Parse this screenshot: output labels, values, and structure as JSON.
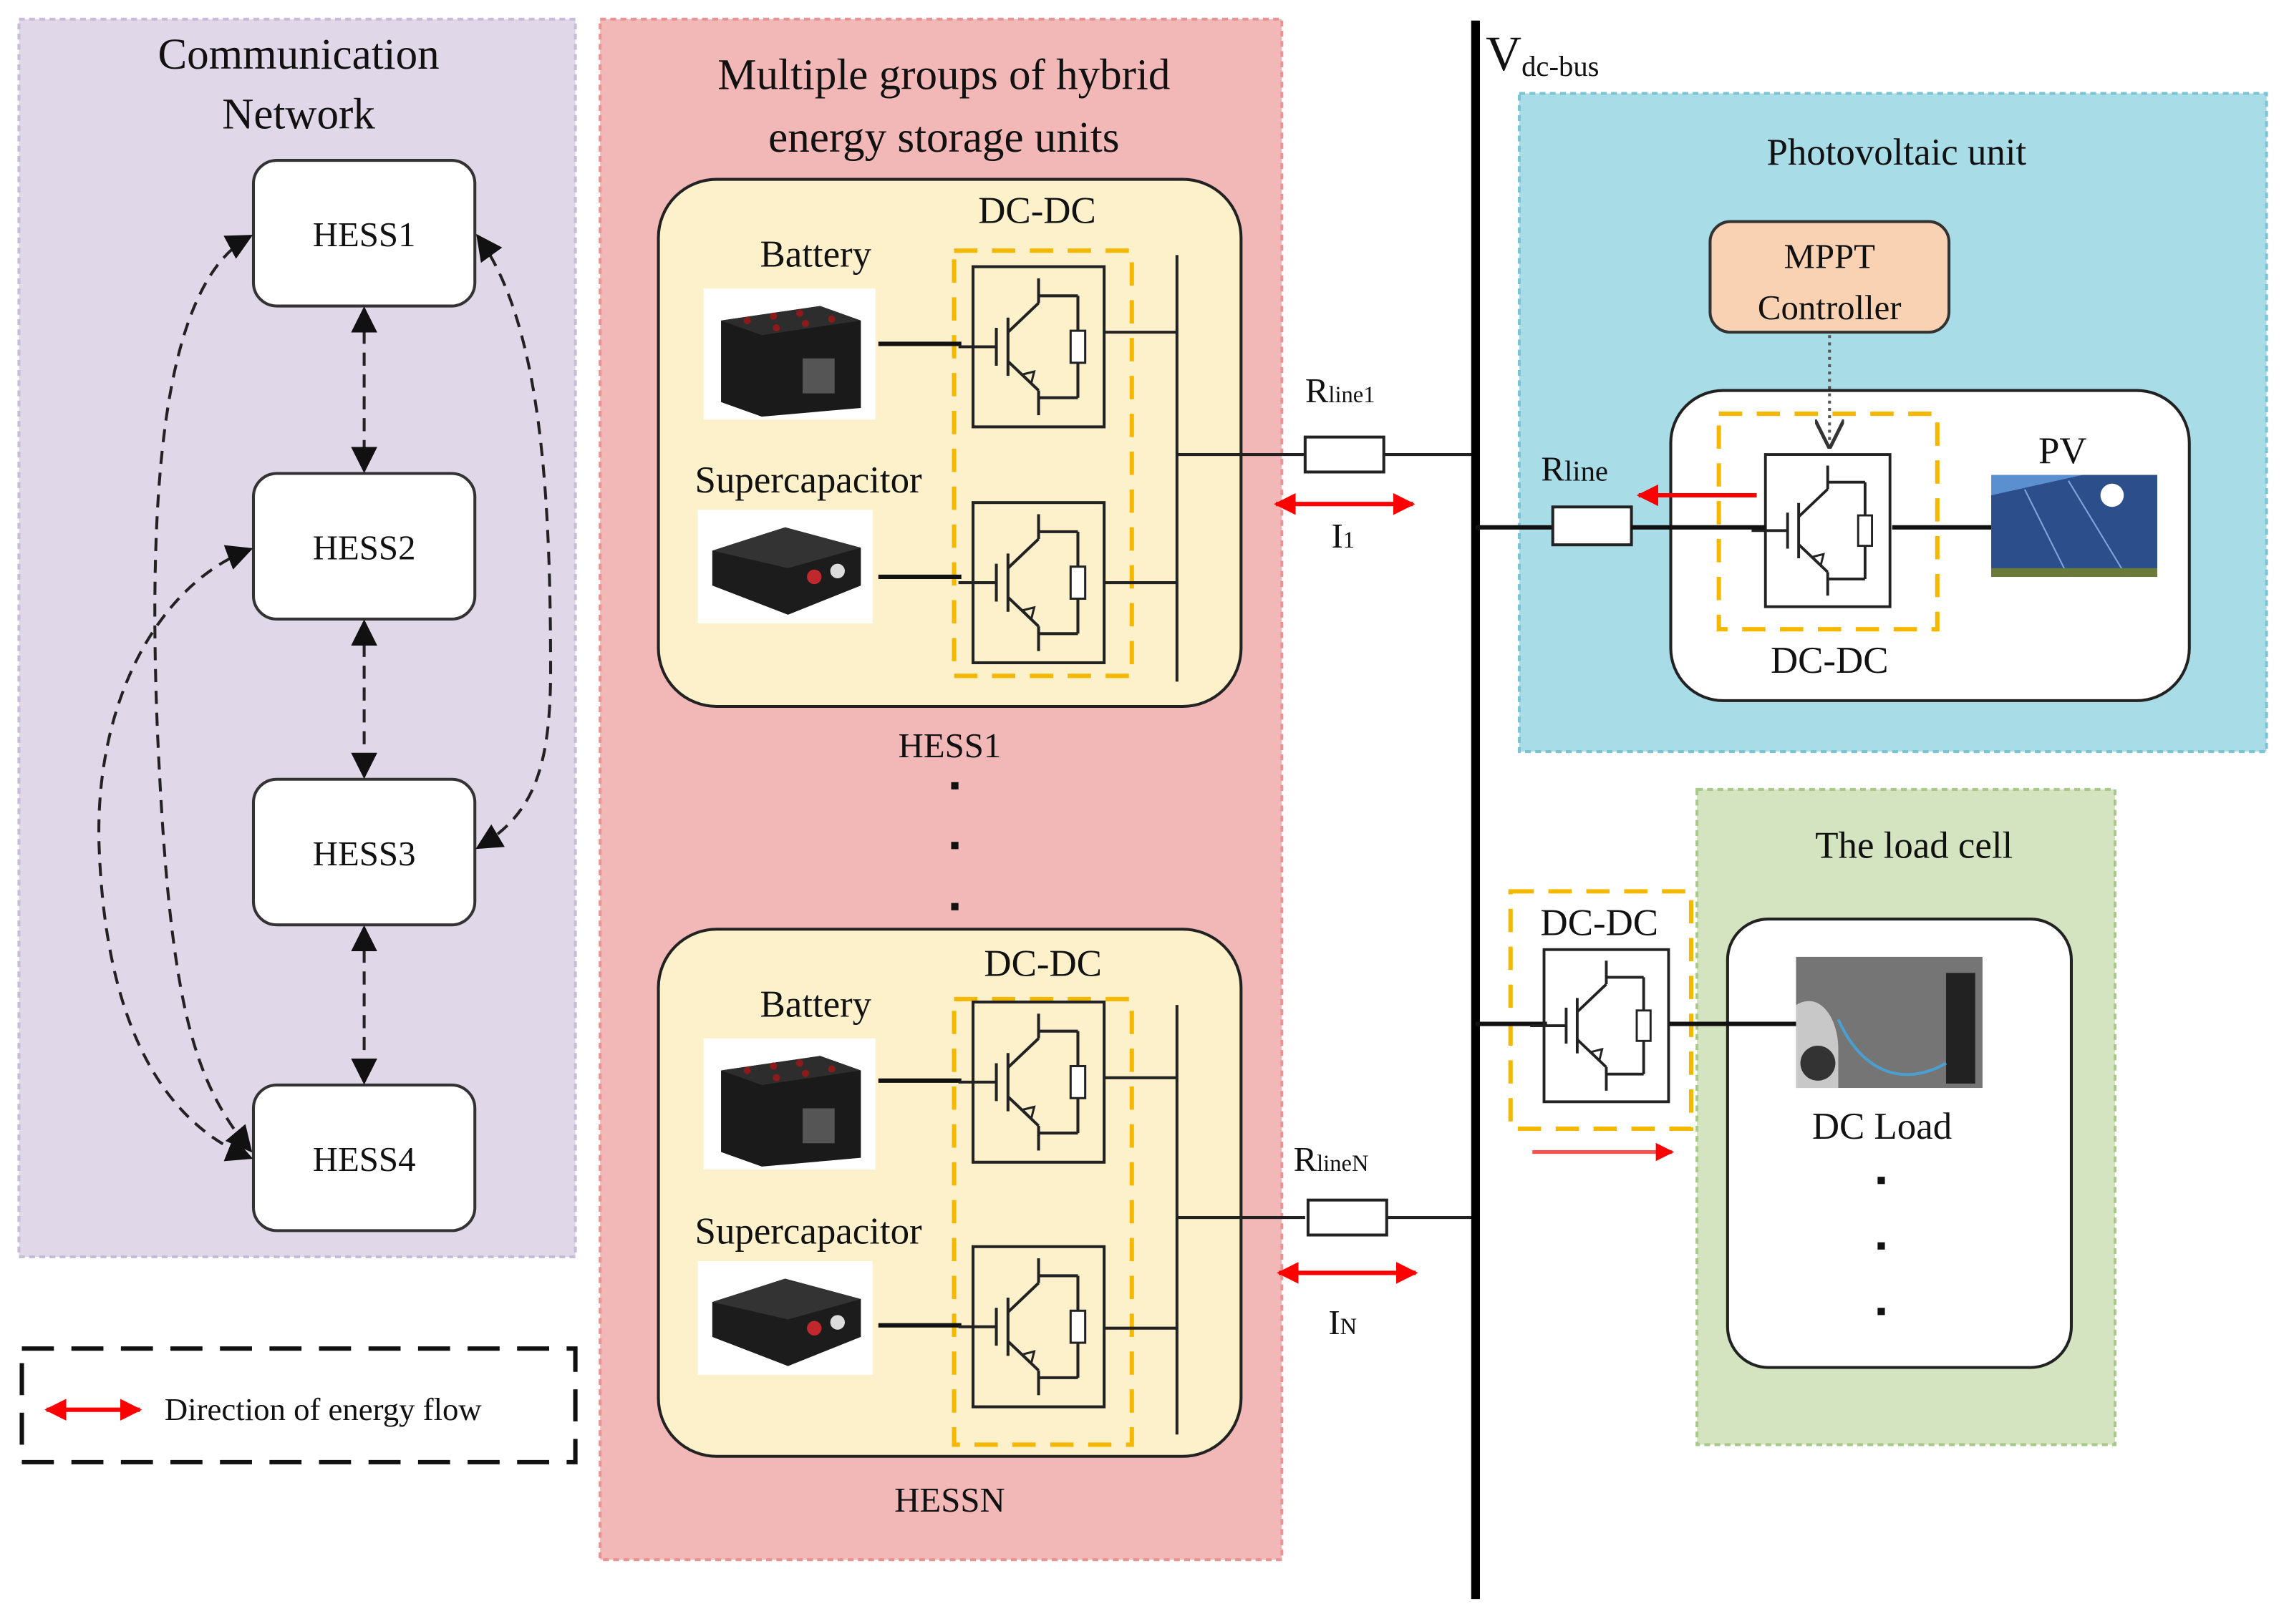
{
  "communication": {
    "title_line1": "Communication",
    "title_line2": "Network",
    "nodes": [
      "HESS1",
      "HESS2",
      "HESS3",
      "HESS4"
    ]
  },
  "legend": {
    "label": "Direction of energy flow",
    "icon": "double-arrow-red"
  },
  "hess_group": {
    "title_line1": "Multiple groups of hybrid",
    "title_line2": "energy storage units",
    "units": [
      {
        "name": "HESS1",
        "converter": "DC-DC",
        "battery": "Battery",
        "supercap": "Supercapacitor",
        "resistor_main": "R",
        "resistor_sub": "line1",
        "current_main": "I",
        "current_sub": "1"
      },
      {
        "name": "HESSN",
        "converter": "DC-DC",
        "battery": "Battery",
        "supercap": "Supercapacitor",
        "resistor_main": "R",
        "resistor_sub": "lineN",
        "current_main": "I",
        "current_sub": "N"
      }
    ],
    "ellipsis": "..."
  },
  "bus": {
    "label_main": "V",
    "label_sub": "dc-bus"
  },
  "pv_unit": {
    "title": "Photovoltaic unit",
    "controller_line1": "MPPT",
    "controller_line2": "Controller",
    "converter": "DC-DC",
    "source": "PV",
    "resistor_main": "R",
    "resistor_sub": "line"
  },
  "load_cell": {
    "title": "The load cell",
    "converter": "DC-DC",
    "load": "DC Load"
  },
  "colors": {
    "communication_bg": "#e0d8e8",
    "hess_bg": "#f2b8b8",
    "hess_inner_bg": "#fdf1cc",
    "pv_bg": "#a8dde8",
    "load_bg": "#d4e4c0",
    "mppt_bg": "#f9d2b4",
    "converter_dash": "#f5b800",
    "flow_arrow": "#ff0000"
  }
}
